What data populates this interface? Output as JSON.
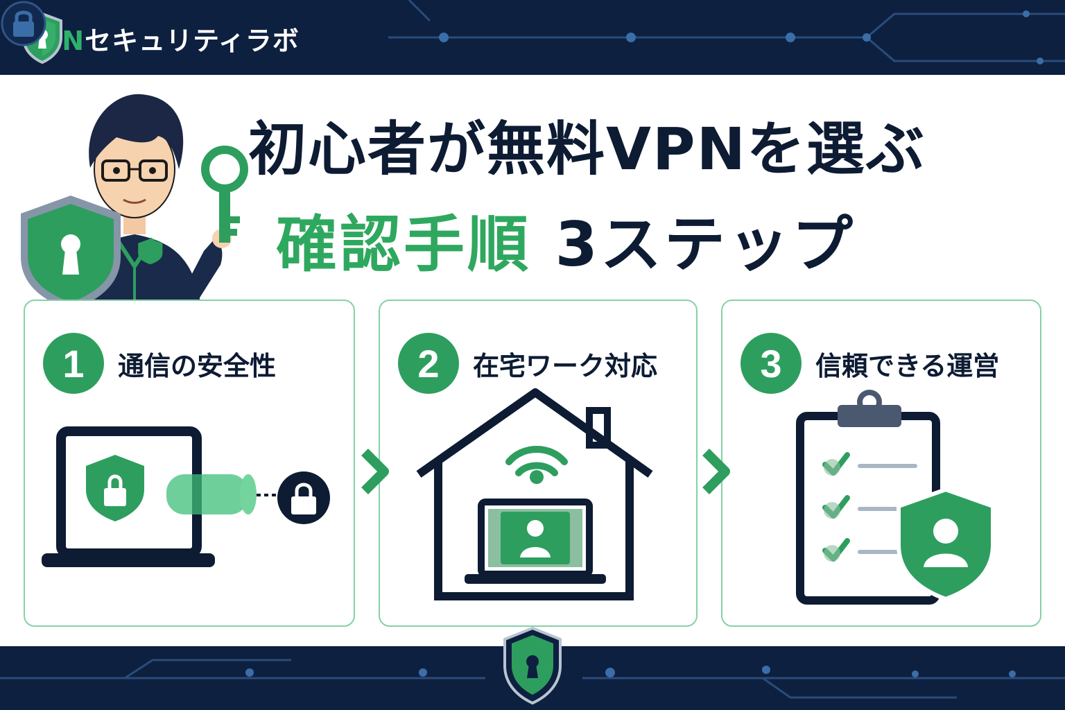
{
  "brand": {
    "name_accent": "VPN",
    "name_rest": "セキュリティラボ"
  },
  "title": {
    "line1": "初心者が無料VPNを選ぶ",
    "line2_accent": "確認手順",
    "line2_rest": "3ステップ"
  },
  "steps": [
    {
      "number": "1",
      "label": "通信の安全性",
      "icon": "laptop-tunnel-icon"
    },
    {
      "number": "2",
      "label": "在宅ワーク対応",
      "icon": "house-wifi-icon"
    },
    {
      "number": "3",
      "label": "信頼できる運営",
      "icon": "clipboard-shield-icon"
    }
  ],
  "colors": {
    "navy": "#0d2040",
    "green": "#2e9e5e",
    "text_dark": "#0d1b33",
    "card_border": "#86d1a6"
  }
}
